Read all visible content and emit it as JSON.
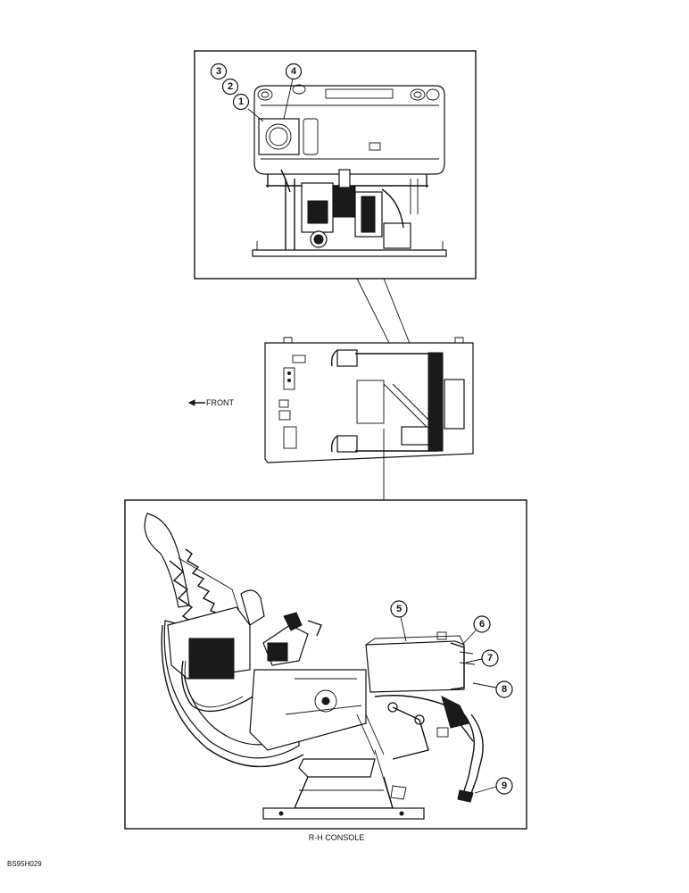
{
  "callouts": [
    "1",
    "2",
    "3",
    "4",
    "5",
    "6",
    "7",
    "8",
    "9"
  ],
  "front_label": "FRONT",
  "caption": "R-H CONSOLE",
  "figure_code": "BS95H029"
}
